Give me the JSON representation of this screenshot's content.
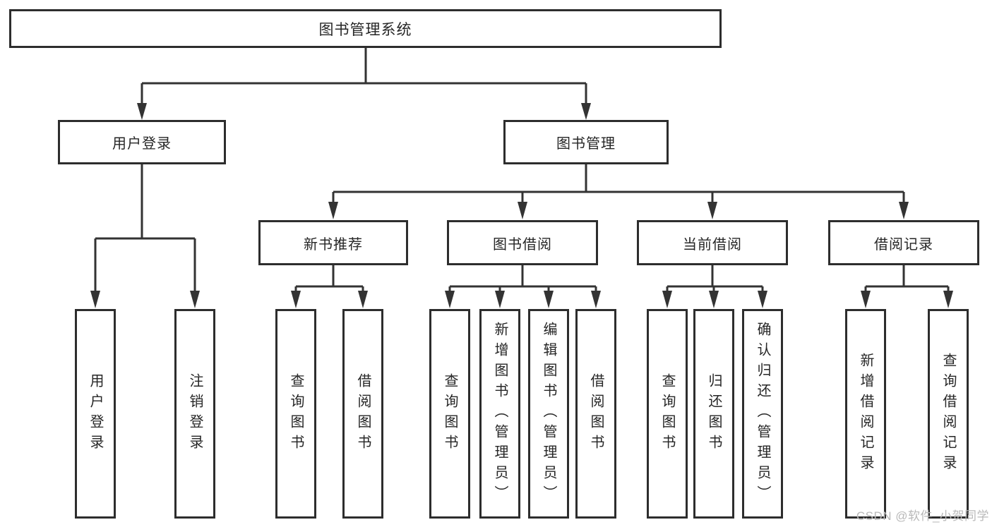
{
  "diagram_title": "图书管理系统",
  "tree": {
    "root": {
      "label": "图书管理系统"
    },
    "branches": [
      {
        "label": "用户登录",
        "children": [
          {
            "label": "用户登录"
          },
          {
            "label": "注销登录"
          }
        ]
      },
      {
        "label": "图书管理",
        "children": [
          {
            "label": "新书推荐",
            "children": [
              {
                "label": "查询图书"
              },
              {
                "label": "借阅图书"
              }
            ]
          },
          {
            "label": "图书借阅",
            "children": [
              {
                "label": "查询图书"
              },
              {
                "label": "新增图书（管理员）"
              },
              {
                "label": "编辑图书（管理员）"
              },
              {
                "label": "借阅图书"
              }
            ]
          },
          {
            "label": "当前借阅",
            "children": [
              {
                "label": "查询图书"
              },
              {
                "label": "归还图书"
              },
              {
                "label": "确认归还（管理员）"
              }
            ]
          },
          {
            "label": "借阅记录",
            "children": [
              {
                "label": "新增借阅记录"
              },
              {
                "label": "查询借阅记录"
              }
            ]
          }
        ]
      }
    ]
  },
  "watermark": {
    "text": "CSDN @软件_小贺同学"
  },
  "colors": {
    "line": "#333333",
    "box_border": "#2d2d2d",
    "box_text": "#262626",
    "background": "#ffffff",
    "watermark_text": "#b9b9b9"
  }
}
